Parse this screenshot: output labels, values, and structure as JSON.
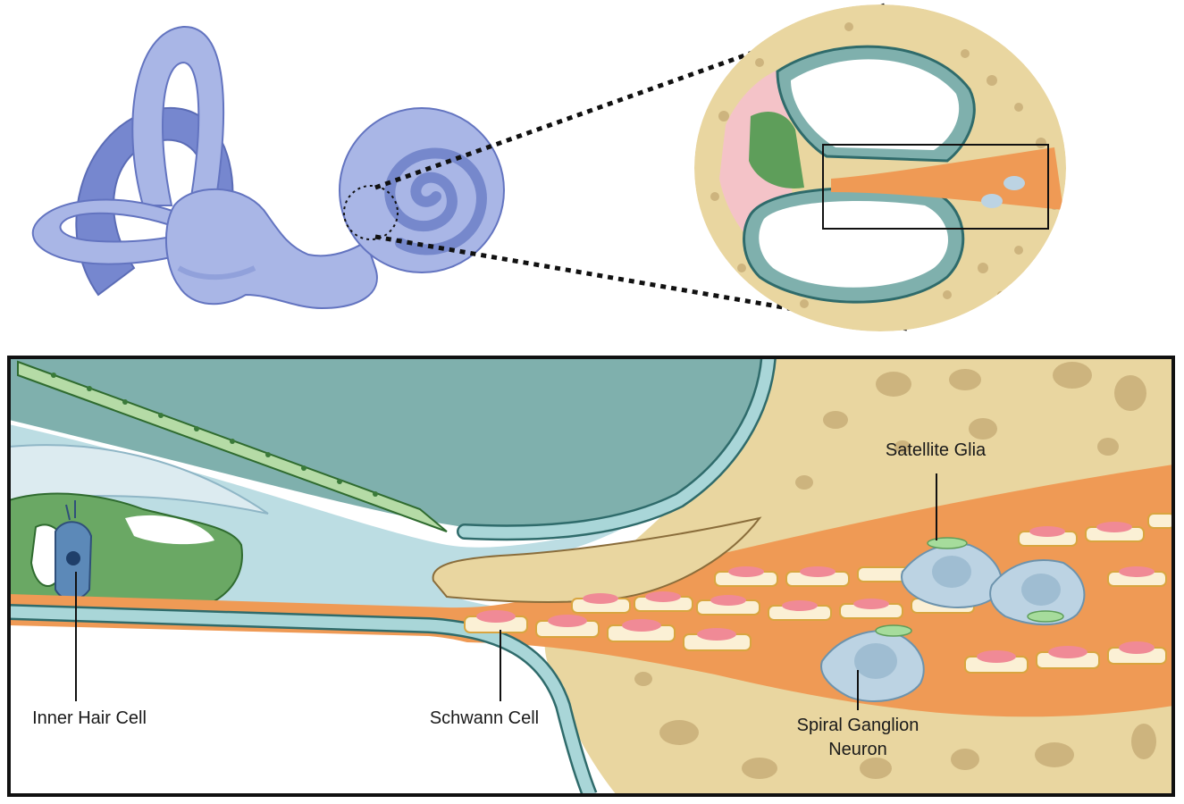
{
  "labels": {
    "satellite_glia": "Satellite Glia",
    "inner_hair_cell": "Inner Hair Cell",
    "schwann_cell": "Schwann Cell",
    "spiral_ganglion_line1": "Spiral Ganglion",
    "spiral_ganglion_line2": "Neuron"
  },
  "colors": {
    "inner_ear": "#a9b6e6",
    "inner_ear_dark": "#6d80c7",
    "bone": "#e9d6a0",
    "bone_spot": "#cdb47e",
    "teal_membrane": "#7fb0ad",
    "teal_cell": "#a9d6d8",
    "teal_outline": "#2f6b6b",
    "light_blue_fluid": "#bcdde3",
    "green_cells": "#b5dba6",
    "green_dark": "#4e9a4e",
    "nerve_orange": "#ef9a55",
    "schwann_pink": "#f08a96",
    "neuron_body": "#bcd3e3",
    "glia_green": "#a6dc9c"
  }
}
